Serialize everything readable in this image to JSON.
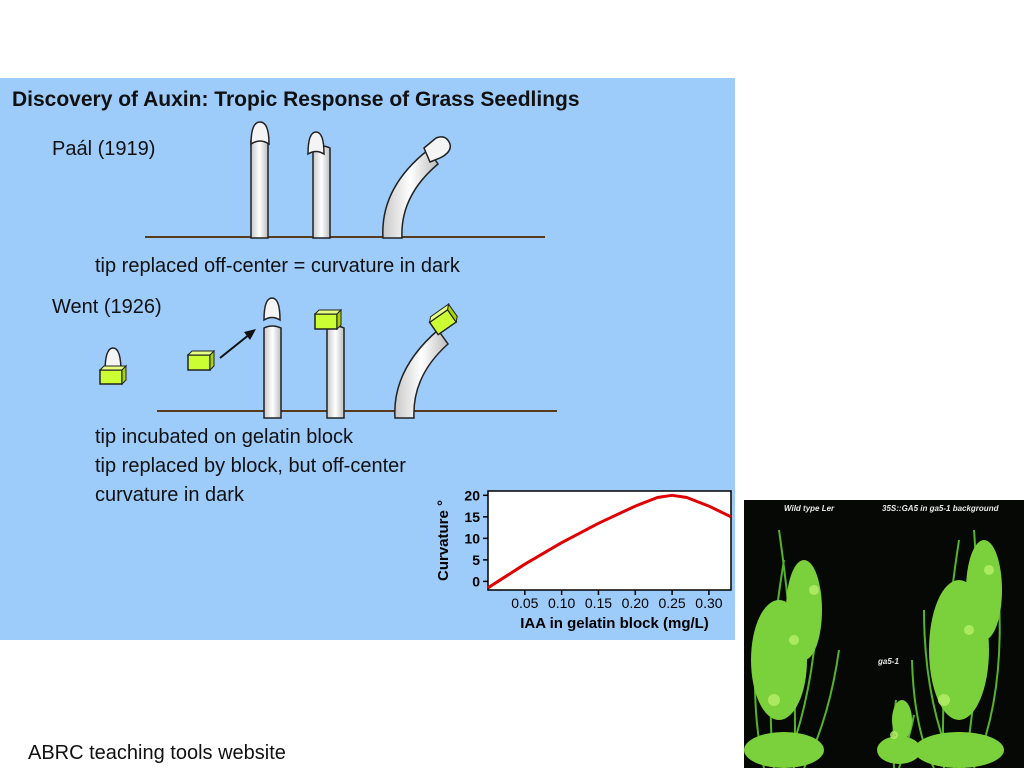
{
  "slide": {
    "title": "Discovery of Auxin: Tropic Response of Grass Seedlings",
    "paal_label": "Paál (1919)",
    "paal_caption": "tip replaced off-center = curvature in dark",
    "went_label": "Went (1926)",
    "went_captions": [
      "tip incubated on gelatin block",
      "tip replaced by block, but off-center",
      "curvature in dark"
    ],
    "footer": "ABRC teaching tools website"
  },
  "colors": {
    "panel_bg": "#9dcbfa",
    "seedling": "#eeeeee",
    "gelatin_block": "#ccff33",
    "curve": "#e00000",
    "ground": "#5a3a1e"
  },
  "photo": {
    "labels": {
      "left": "Wild type Ler",
      "right": "35S::GA5 in ga5-1 background",
      "middle": "ga5-1"
    }
  },
  "chart_data": {
    "type": "line",
    "title": "",
    "xlabel": "IAA in gelatin block (mg/L)",
    "ylabel": "Curvature °",
    "x_ticks": [
      "0.05",
      "0.10",
      "0.15",
      "0.20",
      "0.25",
      "0.30"
    ],
    "y_ticks": [
      "0",
      "5",
      "10",
      "15",
      "20"
    ],
    "xlim": [
      0.0,
      0.33
    ],
    "ylim": [
      -2,
      21
    ],
    "grid": false,
    "series": [
      {
        "x": [
          0.0,
          0.05,
          0.1,
          0.15,
          0.2,
          0.23,
          0.25,
          0.27,
          0.3,
          0.33
        ],
        "y": [
          -1.5,
          4,
          9,
          13.5,
          17.5,
          19.5,
          20,
          19.5,
          17.5,
          15
        ],
        "color": "#e00000"
      }
    ]
  }
}
